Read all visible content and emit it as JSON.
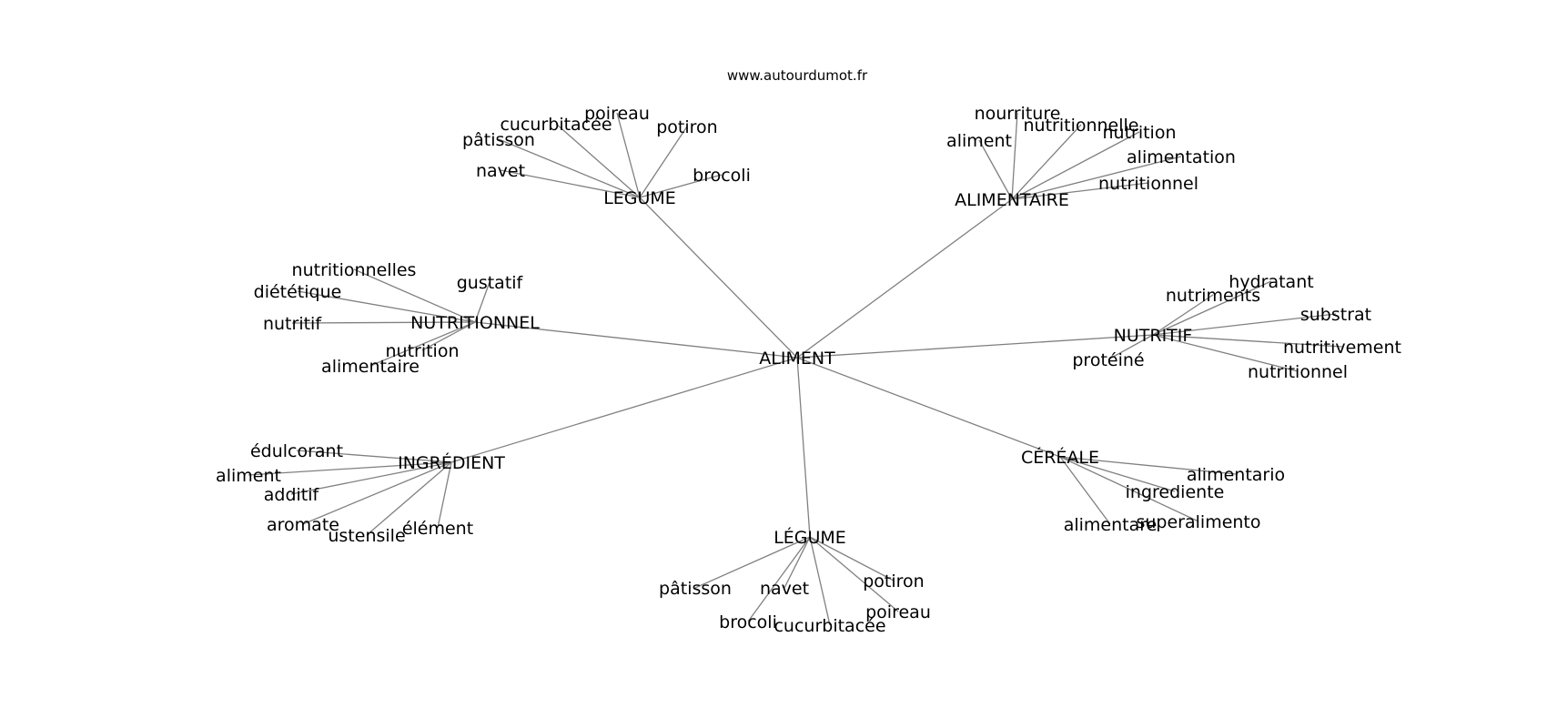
{
  "site": "www.autourdumot.fr",
  "center": "ALIMENT",
  "groups": [
    {
      "name": "LEGUME",
      "leaves": [
        "navet",
        "pâtisson",
        "cucurbitacée",
        "poireau",
        "potiron",
        "brocoli"
      ]
    },
    {
      "name": "ALIMENTAIRE",
      "leaves": [
        "aliment",
        "nourriture",
        "nutritionnelle",
        "nutrition",
        "alimentation",
        "nutritionnel"
      ]
    },
    {
      "name": "NUTRITIONNEL",
      "leaves": [
        "nutritionnelles",
        "diététique",
        "nutritif",
        "gustatif",
        "nutrition",
        "alimentaire"
      ]
    },
    {
      "name": "NUTRITIF",
      "leaves": [
        "hydratant",
        "nutriments",
        "substrat",
        "nutritivement",
        "protéiné",
        "nutritionnel"
      ]
    },
    {
      "name": "INGRÉDIENT",
      "leaves": [
        "édulcorant",
        "aliment",
        "additif",
        "aromate",
        "ustensile",
        "élément"
      ]
    },
    {
      "name": "CÉRÉALE",
      "leaves": [
        "alimentario",
        "ingrediente",
        "superalimento",
        "alimentare"
      ]
    },
    {
      "name": "LÉGUME",
      "leaves": [
        "pâtisson",
        "navet",
        "potiron",
        "brocoli",
        "cucurbitacée",
        "poireau"
      ]
    }
  ]
}
